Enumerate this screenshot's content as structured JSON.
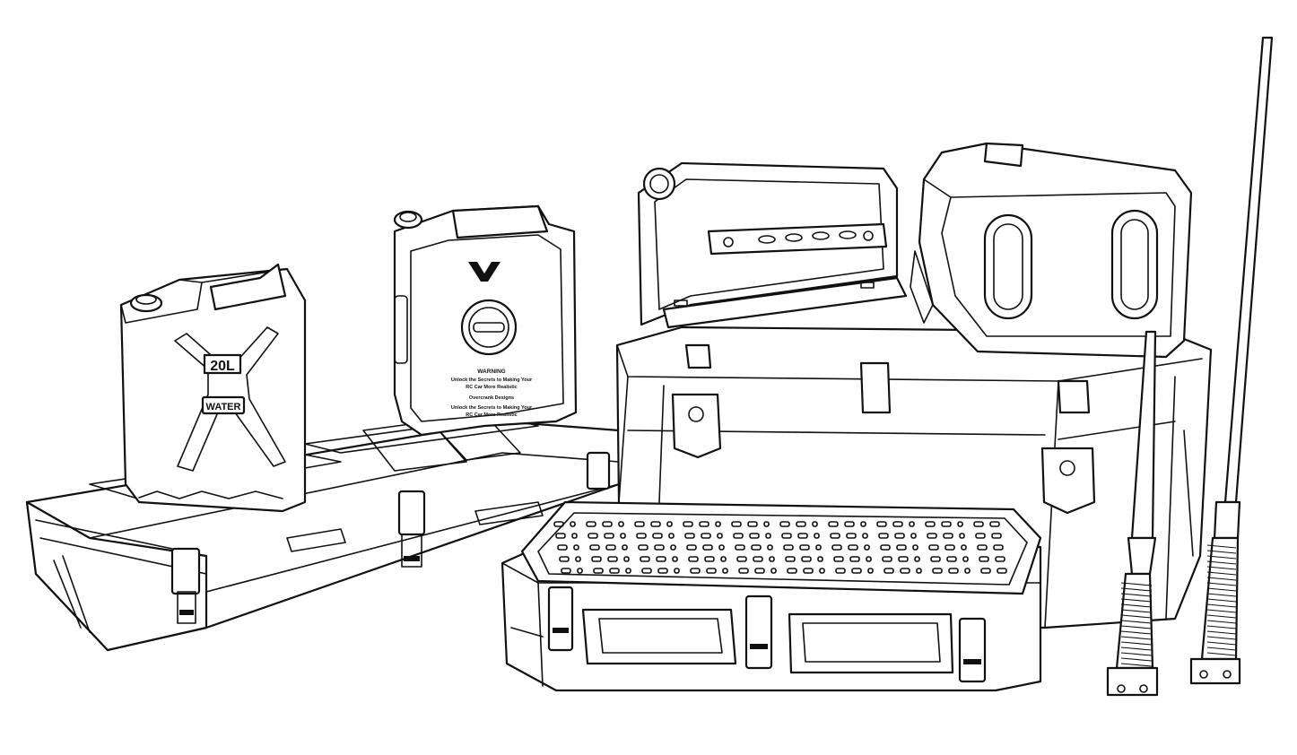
{
  "scene": {
    "style": "black line-art illustration on white background",
    "accent_color": "#111111",
    "background_color": "#ffffff"
  },
  "jerrycan": {
    "capacity_label": "20L",
    "contents_label": "WATER"
  },
  "flat_can": {
    "logo_icon": "overcrank-logo-icon",
    "warning_title": "WARNING",
    "warning_line_1": "Unlock the Secrets to Making Your",
    "warning_line_2": "RC Car More Realistic",
    "brand": "Overcrank Designs",
    "footer_line_1": "Unlock the Secrets to Making Your",
    "footer_line_2": "RC Car More Realistic"
  }
}
